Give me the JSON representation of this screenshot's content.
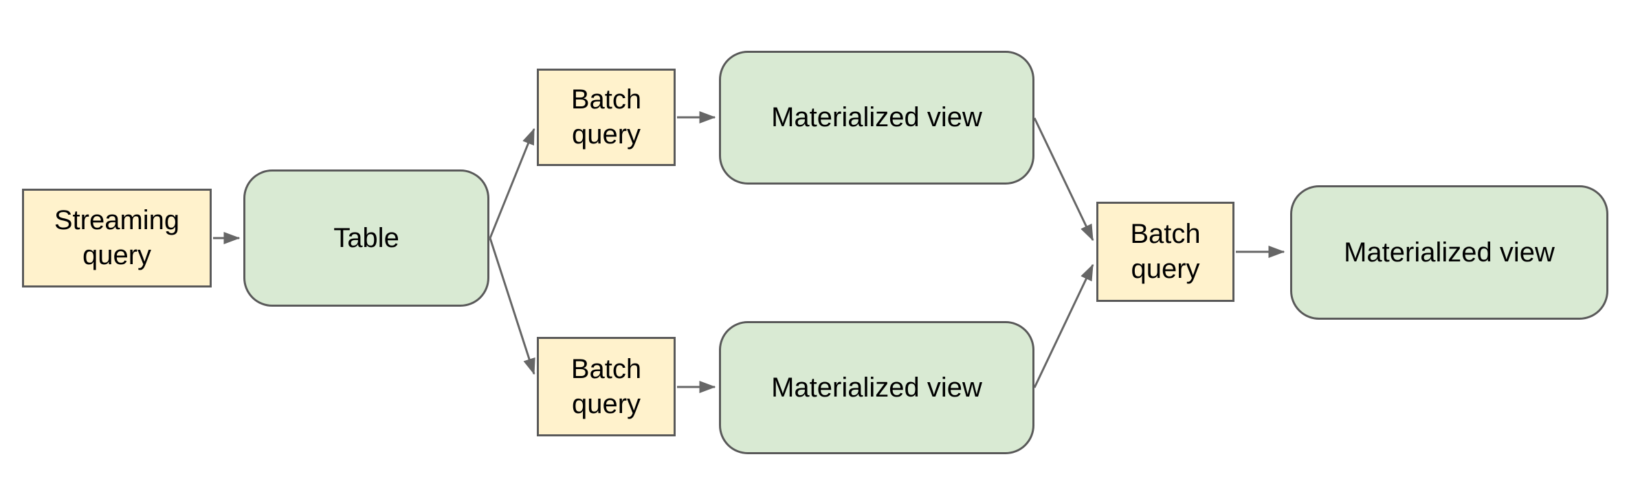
{
  "diagram": {
    "nodes": {
      "streaming_query": {
        "label": "Streaming query",
        "kind": "query"
      },
      "table": {
        "label": "Table",
        "kind": "store"
      },
      "batch_query_top": {
        "label": "Batch query",
        "kind": "query"
      },
      "materialized_view_top": {
        "label": "Materialized view",
        "kind": "store"
      },
      "batch_query_bottom": {
        "label": "Batch query",
        "kind": "query"
      },
      "materialized_view_bottom": {
        "label": "Materialized view",
        "kind": "store"
      },
      "batch_query_final": {
        "label": "Batch query",
        "kind": "query"
      },
      "materialized_view_final": {
        "label": "Materialized view",
        "kind": "store"
      }
    },
    "edges": [
      {
        "from": "streaming_query",
        "to": "table"
      },
      {
        "from": "table",
        "to": "batch_query_top"
      },
      {
        "from": "table",
        "to": "batch_query_bottom"
      },
      {
        "from": "batch_query_top",
        "to": "materialized_view_top"
      },
      {
        "from": "batch_query_bottom",
        "to": "materialized_view_bottom"
      },
      {
        "from": "materialized_view_top",
        "to": "batch_query_final"
      },
      {
        "from": "materialized_view_bottom",
        "to": "batch_query_final"
      },
      {
        "from": "batch_query_final",
        "to": "materialized_view_final"
      }
    ]
  },
  "colors": {
    "query_fill": "#FFF2CC",
    "store_fill": "#D9EAD3",
    "node_border": "#595959",
    "arrow": "#666666",
    "text": "#000000",
    "background": "#FFFFFF"
  }
}
